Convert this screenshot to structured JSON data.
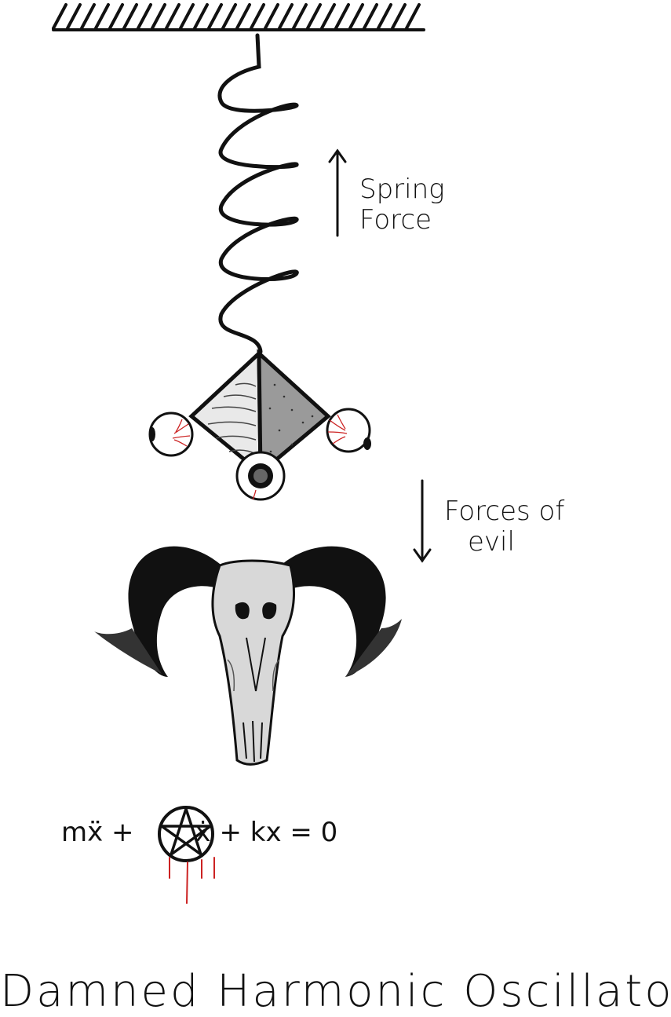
{
  "labels": {
    "spring_force_line1": "Spring",
    "spring_force_line2": "Force",
    "evil_force_line1": "Forces of",
    "evil_force_line2": "evil"
  },
  "equation": {
    "term_mass": "mẍ +",
    "term_rest": "ẋ + kx = 0",
    "damping_symbol": "pentagram-icon"
  },
  "title": "Damned Harmonic Oscillator",
  "colors": {
    "ink": "#111111",
    "blood": "#cc2222"
  }
}
